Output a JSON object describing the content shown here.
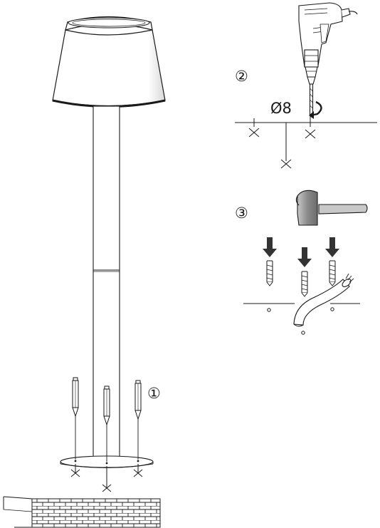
{
  "steps": {
    "step1": "①",
    "step2": "②",
    "step3": "③"
  },
  "drill": {
    "diameter_label": "Ø8"
  },
  "colors": {
    "line": "#1a1a1a",
    "arrow": "#333333",
    "hammer_head": "#8a8a8a",
    "hammer_handle": "#c8c8c8"
  }
}
